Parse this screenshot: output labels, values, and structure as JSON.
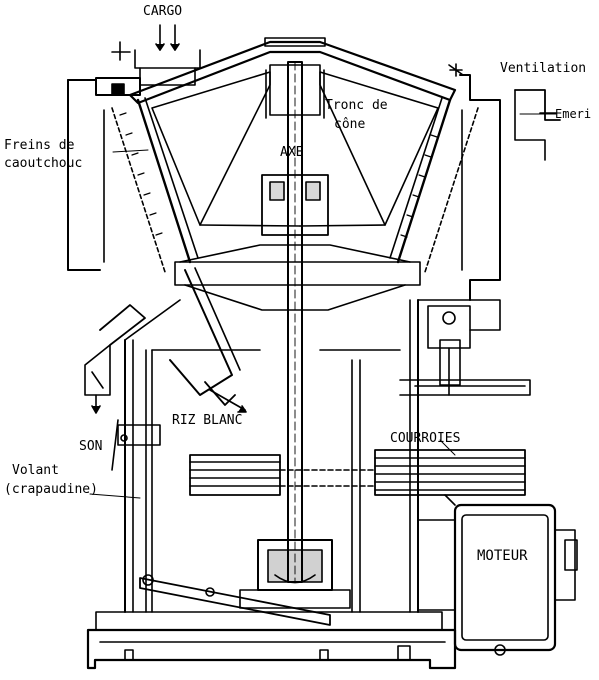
{
  "labels": {
    "cargo": "CARGO",
    "ventilation": "Ventilation",
    "emeri": "Emeri",
    "freins_line1": "Freins de",
    "freins_line2": "caoutchouc",
    "tronc_line1": "Tronc de",
    "tronc_line2": "cône",
    "axe": "AXE",
    "riz_blanc": "RIZ BLANC",
    "son": "SON",
    "courroies": "COURROIES",
    "volant_line1": "Volant",
    "volant_line2": "(crapaudine)",
    "moteur": "MOTEUR"
  }
}
